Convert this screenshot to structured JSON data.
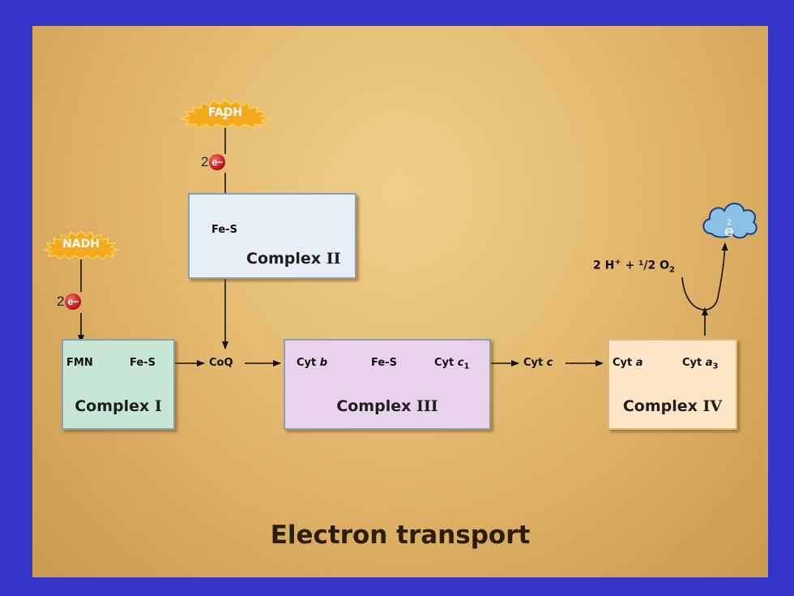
{
  "title": "Electron transport",
  "donors": {
    "nadh": "NADH",
    "fadh2_base": "FADH",
    "fadh2_sub": "2"
  },
  "electrons": {
    "count": "2",
    "symbol": "e−"
  },
  "complex_i": {
    "name": "Complex",
    "numeral": "I",
    "carriers": [
      "FMN",
      "Fe-S"
    ]
  },
  "complex_ii": {
    "name": "Complex",
    "numeral": "II",
    "carrier": "Fe-S"
  },
  "complex_iii": {
    "name": "Complex",
    "numeral": "III",
    "cyt": "Cyt",
    "b": "b",
    "fes": "Fe-S",
    "c": "c",
    "c_sub": "1"
  },
  "complex_iv": {
    "name": "Complex",
    "numeral": "IV",
    "cyt": "Cyt",
    "a": "a",
    "a_sub": "3"
  },
  "mobile_carriers": {
    "coq": "CoQ",
    "cyt": "Cyt",
    "c": "c"
  },
  "reaction": {
    "lhs_a": "2 H",
    "plus_sup": "+",
    "lhs_b": " + ¹/2 O",
    "o_sub": "2"
  },
  "product": {
    "base": "H",
    "sub": "2",
    "tail": "O"
  },
  "colors": {
    "frame": "#3433c9",
    "complex_i": "#c8e6d6",
    "complex_ii": "#e7eef8",
    "complex_iii": "#e9d3ec",
    "complex_iv": "#fde6c6",
    "burst": "#f4a81c",
    "electron": "#c4141c",
    "water": "#8cc1e6"
  }
}
